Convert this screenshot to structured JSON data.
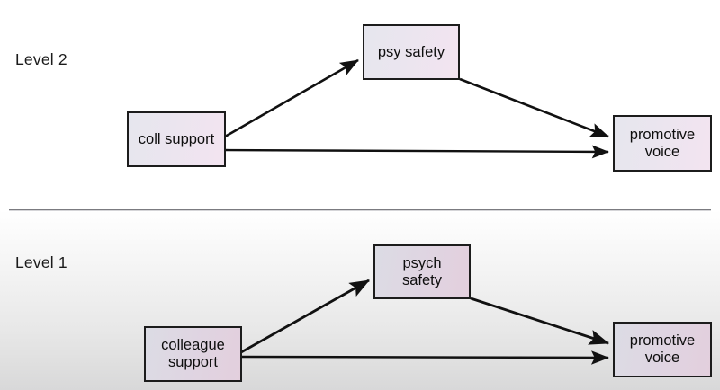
{
  "figure": {
    "background_color": "#ffffff",
    "divider_color": "#7b7b80"
  },
  "levels": [
    {
      "id": "level-2",
      "label": "Level 2",
      "background": "#ffffff",
      "node_fill_start": "#e6e6ee",
      "node_fill_end": "#f3e4f0",
      "nodes": [
        {
          "id": "coll-support",
          "label": "coll support"
        },
        {
          "id": "psy-safety",
          "label": "psy safety"
        },
        {
          "id": "promotive-voice",
          "label": "promotive voice"
        }
      ],
      "edges": [
        {
          "from": "coll-support",
          "to": "psy-safety",
          "style": "arrow"
        },
        {
          "from": "psy-safety",
          "to": "promotive-voice",
          "style": "arrow"
        },
        {
          "from": "coll-support",
          "to": "promotive-voice",
          "style": "arrow"
        }
      ]
    },
    {
      "id": "level-1",
      "label": "Level 1",
      "background": "#e8e8e8",
      "node_fill_start": "#dcdce4",
      "node_fill_end": "#e3cfdd",
      "nodes": [
        {
          "id": "colleague-support",
          "label": "colleague support"
        },
        {
          "id": "psych-safety",
          "label": "psych safety"
        },
        {
          "id": "promotive-voice",
          "label": "promotive voice"
        }
      ],
      "edges": [
        {
          "from": "colleague-support",
          "to": "psych-safety",
          "style": "arrow"
        },
        {
          "from": "psych-safety",
          "to": "promotive-voice",
          "style": "arrow"
        },
        {
          "from": "colleague-support",
          "to": "promotive-voice",
          "style": "arrow"
        }
      ]
    }
  ],
  "node_text": {
    "coll_support": "coll support",
    "psy_safety": "psy safety",
    "promotive_voice_top": "promotive\nvoice",
    "colleague_support": "colleague\nsupport",
    "psych_safety": "psych\nsafety",
    "promotive_voice_bottom": "promotive\nvoice"
  }
}
